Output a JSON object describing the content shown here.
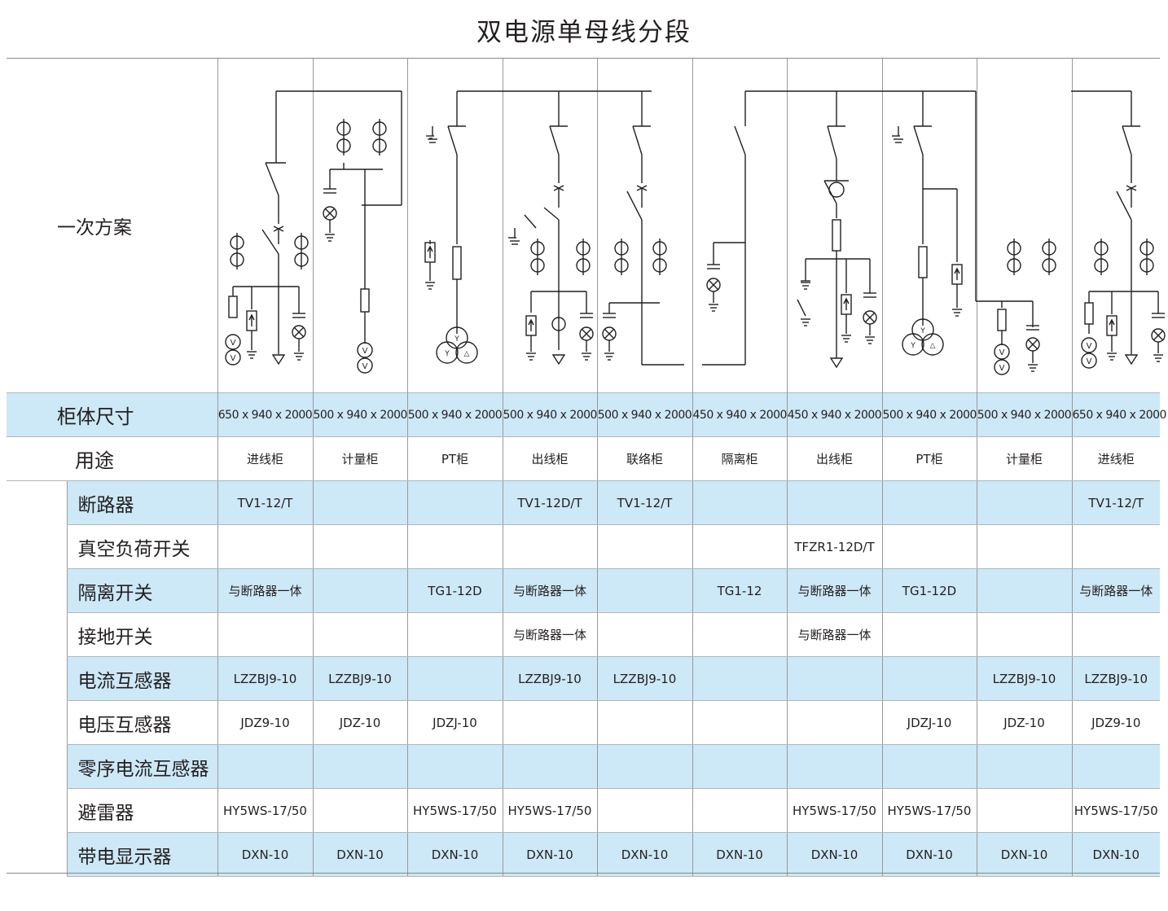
{
  "title": "双电源单母线分段",
  "row_labels": {
    "scheme": "一次方案",
    "size": "柜体尺寸",
    "use": "用途"
  },
  "cabinets": [
    {
      "size": "650 x 940 x 2000",
      "use": "进线柜"
    },
    {
      "size": "500 x 940 x 2000",
      "use": "计量柜"
    },
    {
      "size": "500 x 940 x 2000",
      "use": "PT柜"
    },
    {
      "size": "500 x 940 x 2000",
      "use": "出线柜"
    },
    {
      "size": "500 x 940 x 2000",
      "use": "联络柜"
    },
    {
      "size": "450 x 940 x 2000",
      "use": "隔离柜"
    },
    {
      "size": "450 x 940 x 2000",
      "use": "出线柜"
    },
    {
      "size": "500 x 940 x 2000",
      "use": "PT柜"
    },
    {
      "size": "500 x 940 x 2000",
      "use": "计量柜"
    },
    {
      "size": "650 x 940 x 2000",
      "use": "进线柜"
    }
  ],
  "components": [
    {
      "name": "断路器",
      "values": [
        "TV1-12/T",
        "",
        "",
        "TV1-12D/T",
        "TV1-12/T",
        "",
        "",
        "",
        "",
        "TV1-12/T"
      ]
    },
    {
      "name": "真空负荷开关",
      "values": [
        "",
        "",
        "",
        "",
        "",
        "",
        "TFZR1-12D/T",
        "",
        "",
        ""
      ]
    },
    {
      "name": "隔离开关",
      "values": [
        "与断路器一体",
        "",
        "TG1-12D",
        "与断路器一体",
        "",
        "TG1-12",
        "与断路器一体",
        "TG1-12D",
        "",
        "与断路器一体"
      ]
    },
    {
      "name": "接地开关",
      "values": [
        "",
        "",
        "",
        "与断路器一体",
        "",
        "",
        "与断路器一体",
        "",
        "",
        ""
      ]
    },
    {
      "name": "电流互感器",
      "values": [
        "LZZBJ9-10",
        "LZZBJ9-10",
        "",
        "LZZBJ9-10",
        "LZZBJ9-10",
        "",
        "",
        "",
        "LZZBJ9-10",
        "LZZBJ9-10"
      ]
    },
    {
      "name": "电压互感器",
      "values": [
        "JDZ9-10",
        "JDZ-10",
        "JDZJ-10",
        "",
        "",
        "",
        "",
        "JDZJ-10",
        "JDZ-10",
        "JDZ9-10"
      ]
    },
    {
      "name": "零序电流互感器",
      "values": [
        "",
        "",
        "",
        "",
        "",
        "",
        "",
        "",
        "",
        ""
      ]
    },
    {
      "name": "避雷器",
      "values": [
        "HY5WS-17/50",
        "",
        "HY5WS-17/50",
        "HY5WS-17/50",
        "",
        "",
        "HY5WS-17/50",
        "HY5WS-17/50",
        "",
        "HY5WS-17/50"
      ]
    },
    {
      "name": "带电显示器",
      "values": [
        "DXN-10",
        "DXN-10",
        "DXN-10",
        "DXN-10",
        "DXN-10",
        "DXN-10",
        "DXN-10",
        "DXN-10",
        "DXN-10",
        "DXN-10"
      ]
    }
  ],
  "colors": {
    "band": "#cde8f7",
    "line": "#231f20",
    "grid": "#9a9a9a"
  },
  "symbols": {
    "meter": "V",
    "transformer_star": "Y",
    "transformer_delta": "△"
  }
}
